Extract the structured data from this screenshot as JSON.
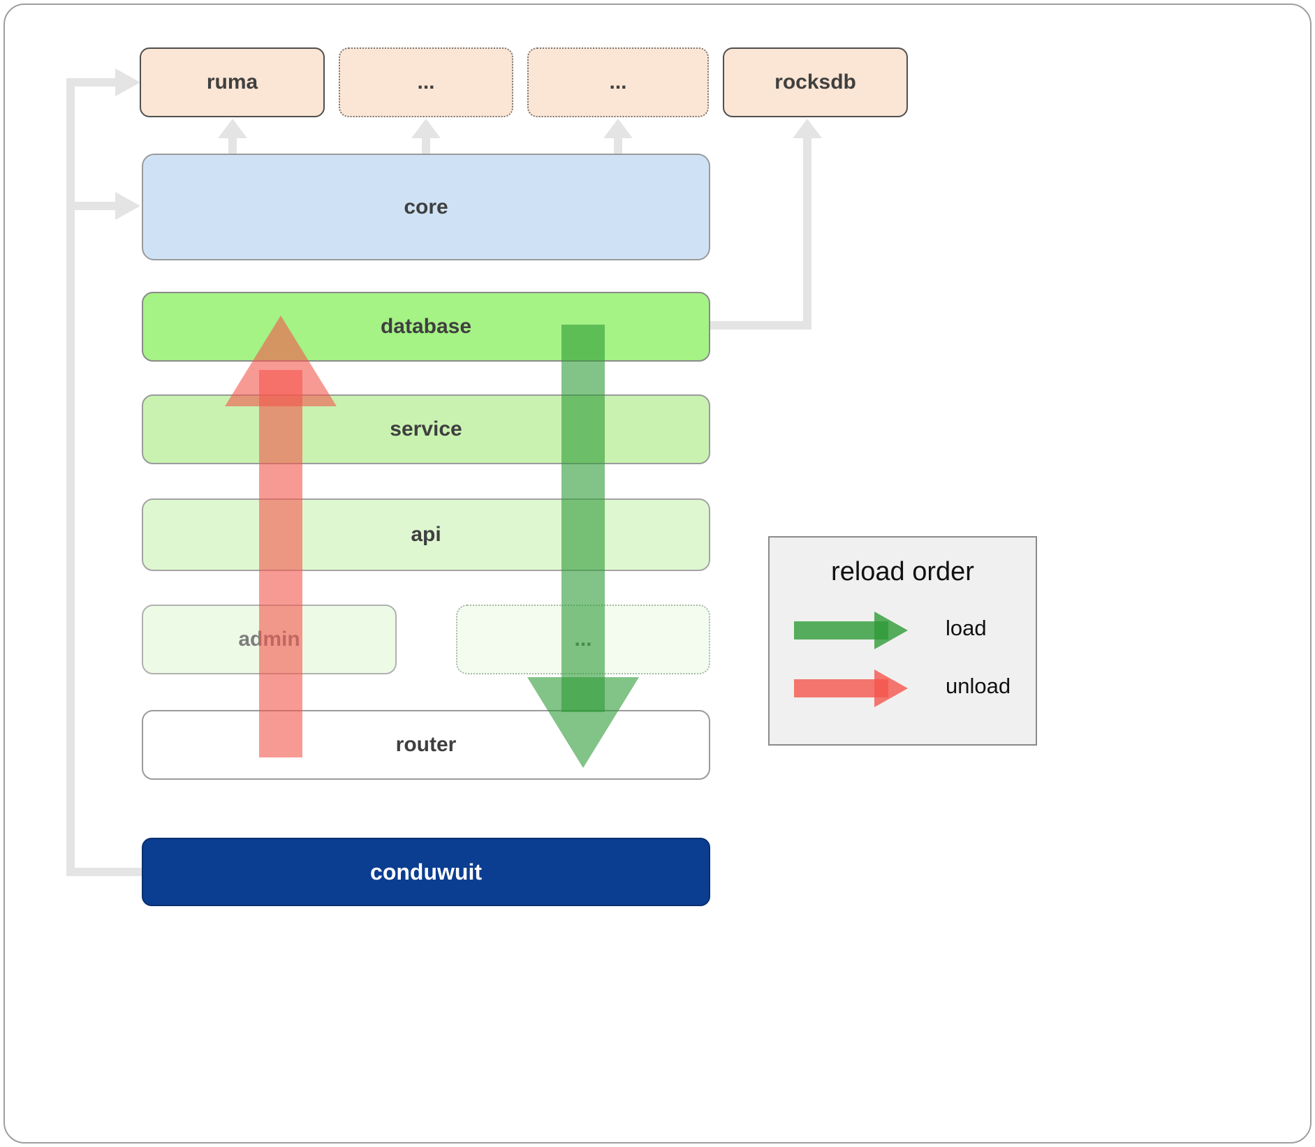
{
  "nodes": {
    "ruma": {
      "label": "ruma"
    },
    "dep_a": {
      "label": "..."
    },
    "dep_b": {
      "label": "..."
    },
    "rocksdb": {
      "label": "rocksdb"
    },
    "core": {
      "label": "core"
    },
    "database": {
      "label": "database"
    },
    "service": {
      "label": "service"
    },
    "api": {
      "label": "api"
    },
    "admin": {
      "label": "admin"
    },
    "service_more": {
      "label": "..."
    },
    "router": {
      "label": "router"
    },
    "conduwuit": {
      "label": "conduwuit"
    }
  },
  "legend": {
    "title": "reload order",
    "items": [
      {
        "label": "load"
      },
      {
        "label": "unload"
      }
    ]
  },
  "colors": {
    "dependency_fill": "#fbe5d4",
    "core_fill": "#cfe2f5",
    "database_fill": "#a5f285",
    "service_fill": "#c9f2b1",
    "api_fill": "#def7d1",
    "admin_fill": "#edfbe6",
    "more_fill": "#f3fcee",
    "router_fill": "#ffffff",
    "conduwuit_fill": "#0b3d91",
    "arrow_gray": "#e4e4e4",
    "load_arrow": "#2e9b37",
    "unload_arrow": "#f4564c"
  }
}
